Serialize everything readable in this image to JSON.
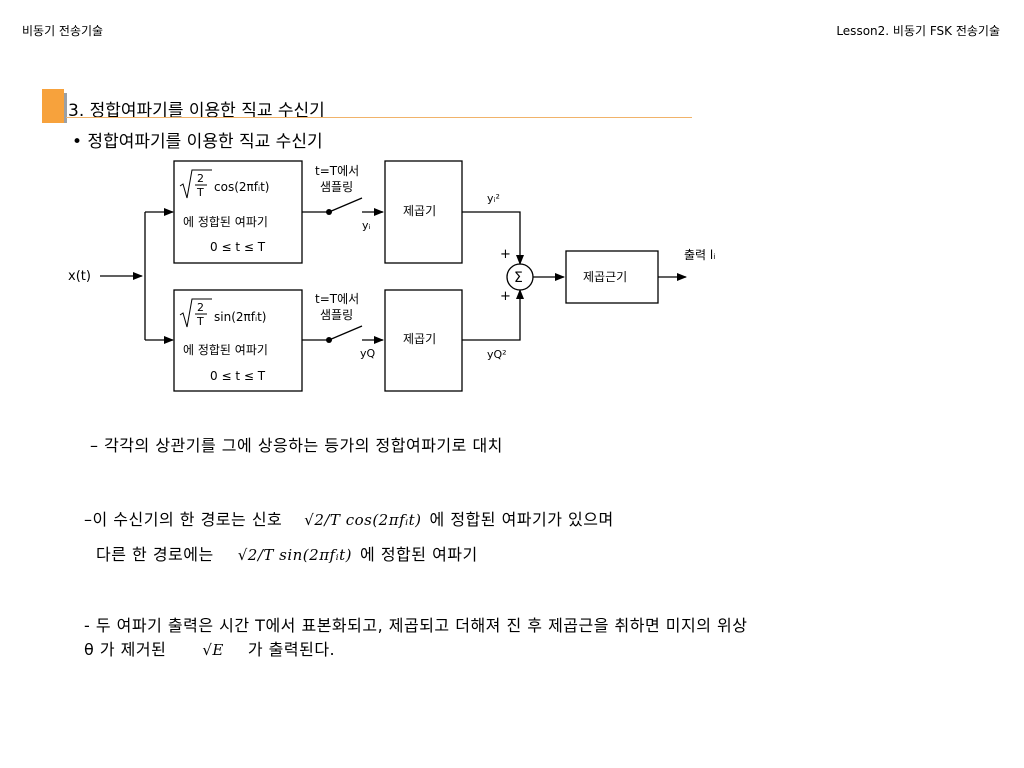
{
  "header": {
    "left": "비동기 전송기술",
    "right": "Lesson2. 비동기 FSK 전송기술"
  },
  "section": {
    "title": "3. 정합여파기를 이용한 직교 수신기",
    "bullet": "• 정합여파기를 이용한 직교 수신기"
  },
  "diagram": {
    "input": "x(t)",
    "filter_top": {
      "formula": "cos(2πfᵢt)",
      "line1": "에 정합된 여파기",
      "line2": "0 ≤ t ≤ T"
    },
    "filter_bottom": {
      "formula": "sin(2πfᵢt)",
      "line1": "에 정합된 여파기",
      "line2": "0 ≤ t ≤ T"
    },
    "sqrt_num": "2",
    "sqrt_den": "T",
    "sampler_line1": "t=T에서",
    "sampler_line2": "샘플링",
    "sample_top": "yᵢ",
    "sample_bottom": "yQ",
    "squarer_label": "제곱기",
    "square_top": "yᵢ²",
    "square_bottom": "yQ²",
    "plus": "+",
    "sum_symbol": "Σ",
    "sqrt_block": "제곱근기",
    "output": "출력 lᵢ"
  },
  "text": {
    "line1": "– 각각의 상관기를 그에 상응하는 등가의 정합여파기로 대치",
    "line2_pre": "–이 수신기의 한 경로는 신호",
    "line2_formula": "√2/T cos(2πfᵢt)",
    "line2_post": "에 정합된 여파기가 있으며",
    "line3_pre": "다른 한 경로에는",
    "line3_formula": "√2/T sin(2πfᵢt)",
    "line3_post": "에 정합된 여파기",
    "line4": "- 두 여파기 출력은 시간 T에서 표본화되고, 제곱되고 더해져 진 후 제곱근을 취하면 미지의 위상",
    "line5_pre": "θ 가 제거된",
    "line5_formula": "√E",
    "line5_post": "가 출력된다."
  }
}
